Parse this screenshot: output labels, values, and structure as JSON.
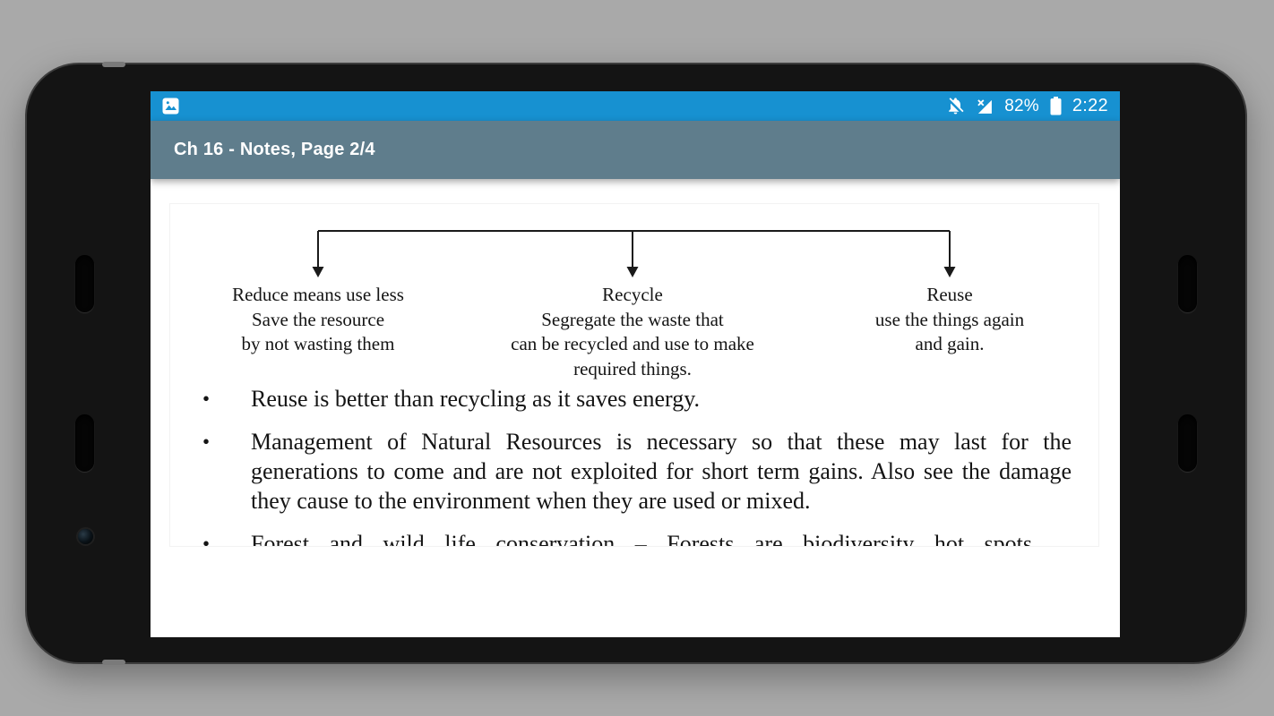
{
  "colors": {
    "canvas_bg": "#a9a9a9",
    "status_bar_bg": "#1791d1",
    "toolbar_bg": "#5f7d8c",
    "screen_bg": "#ffffff",
    "doc_text": "#141414"
  },
  "status_bar": {
    "time": "2:22",
    "battery_percent": "82%",
    "icons": [
      "photos-notification",
      "notifications-off",
      "network-no-internet",
      "battery"
    ]
  },
  "toolbar": {
    "title": "Ch 16 - Notes, Page 2/4"
  },
  "page": {
    "diagram": {
      "branches": [
        {
          "lines": [
            "Reduce means use less",
            "Save the resource",
            "by not wasting them"
          ]
        },
        {
          "lines": [
            "Recycle",
            "Segregate the waste that",
            "can be recycled and use to make",
            "required things."
          ]
        },
        {
          "lines": [
            "Reuse",
            "use the things again",
            "and gain."
          ]
        }
      ]
    },
    "bullets": [
      {
        "text": "Reuse is better than recycling as it saves energy."
      },
      {
        "text": "Management of Natural Resources is necessary so that these may last for the generations to come and are not exploited for short term gains. Also see the damage they cause to the environment when they are used or mixed."
      },
      {
        "text": "Forest and wild life conservation – Forests are biodiversity hot spots"
      }
    ],
    "bullet_marker": "•"
  }
}
